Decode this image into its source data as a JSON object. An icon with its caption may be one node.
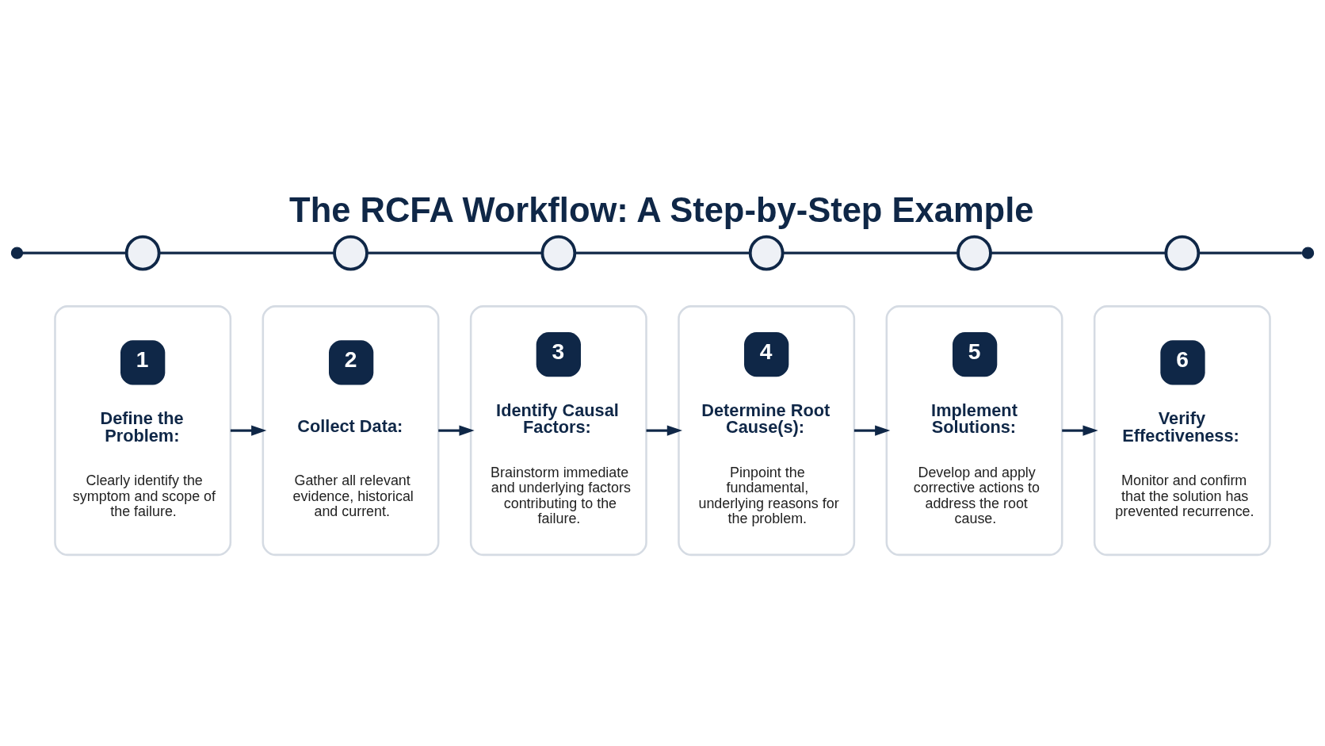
{
  "diagram": {
    "title": "The RCFA Workflow: A Step-by-Step Example",
    "nodes": [
      {
        "text": [
          "1",
          "Define the Problem:",
          "Clearly identify the symptom and scope of the failure."
        ]
      },
      {
        "text": [
          "2",
          "Collect Data:",
          "Gather all relevant evidence, historical and current."
        ]
      },
      {
        "text": [
          "3",
          "Identify Causal Factors:",
          "Brainstorm immediate and underlying factors contributing to the failure."
        ]
      },
      {
        "text": [
          "4",
          "Determine Root Cause(s):",
          "Pinpoint the fundamental, underlying reasons for the problem."
        ]
      },
      {
        "text": [
          "5",
          "Implement Solutions:",
          "Develop and apply corrective actions to address the root cause."
        ]
      },
      {
        "text": [
          "6",
          "Verify Effectiveness:",
          "Monitor and confirm that the solution has prevented recurrence."
        ]
      },
      {
        "text": [],
        "shape": "circle"
      },
      {
        "text": [],
        "shape": "circle"
      },
      {
        "text": [],
        "shape": "circle"
      },
      {
        "text": [],
        "shape": "circle"
      },
      {
        "text": [],
        "shape": "circle"
      },
      {
        "text": [],
        "shape": "circle"
      },
      {
        "text": [],
        "shape": "circle"
      },
      {
        "text": [],
        "shape": "circle"
      }
    ],
    "edges": [
      {
        "from": 0,
        "to": 1,
        "arrow": "to"
      },
      {
        "from": 1,
        "to": 2,
        "arrow": "to"
      },
      {
        "from": 2,
        "to": 3,
        "arrow": "to"
      },
      {
        "from": 3,
        "to": 4,
        "arrow": "to"
      },
      {
        "from": 4,
        "to": 5,
        "arrow": "to"
      },
      {
        "from": 6,
        "to": 7,
        "arrow": "none"
      },
      {
        "from": 7,
        "to": 8,
        "arrow": "none"
      },
      {
        "from": 8,
        "to": 9,
        "arrow": "none"
      },
      {
        "from": 9,
        "to": 10,
        "arrow": "none"
      },
      {
        "from": 10,
        "to": 11,
        "arrow": "none"
      },
      {
        "from": 11,
        "to": 12,
        "arrow": "none"
      },
      {
        "from": 12,
        "to": 13,
        "arrow": "none"
      }
    ]
  }
}
